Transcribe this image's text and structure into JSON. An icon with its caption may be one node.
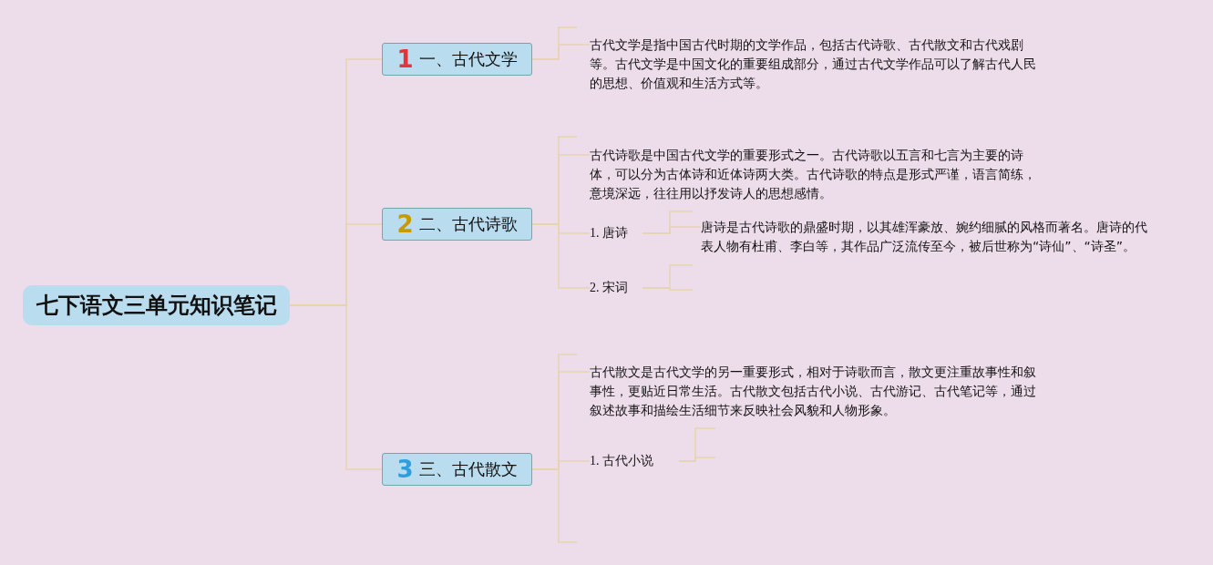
{
  "diagram": {
    "nodes": [
      {
        "text": [
          "七下语文三单元知识笔记"
        ]
      },
      {
        "text": [
          "1",
          "一、古代文学"
        ]
      },
      {
        "text": [
          "古代文学是指中国古代时期的文学作品，包括古代诗歌、古代散文和古代戏剧等。古代文学是中国文化的重要组成部分，通过古代文学作品可以了解古代人民的思想、价值观和生活方式等。"
        ]
      },
      {
        "text": [
          "2",
          "二、古代诗歌"
        ]
      },
      {
        "text": [
          "古代诗歌是中国古代文学的重要形式之一。古代诗歌以五言和七言为主要的诗体，可以分为古体诗和近体诗两大类。古代诗歌的特点是形式严谨，语言简练，意境深远，往往用以抒发诗人的思想感情。"
        ]
      },
      {
        "text": [
          "1. 唐诗"
        ]
      },
      {
        "text": [
          "唐诗是古代诗歌的鼎盛时期，以其雄浑豪放、婉约细腻的风格而著名。唐诗的代表人物有杜甫、李白等，其作品广泛流传至今，被后世称为“诗仙”、“诗圣”。"
        ]
      },
      {
        "text": [
          "2. 宋词"
        ]
      },
      {
        "text": [
          "3",
          "三、古代散文"
        ]
      },
      {
        "text": [
          "古代散文是古代文学的另一重要形式，相对于诗歌而言，散文更注重故事性和叙事性，更贴近日常生活。古代散文包括古代小说、古代游记、古代笔记等，通过叙述故事和描绘生活细节来反映社会风貌和人物形象。"
        ]
      },
      {
        "text": [
          "1. 古代小说"
        ]
      }
    ],
    "edges": [
      {
        "from": 0,
        "to": 1,
        "arrow": "none"
      },
      {
        "from": 0,
        "to": 3,
        "arrow": "none"
      },
      {
        "from": 0,
        "to": 8,
        "arrow": "none"
      },
      {
        "from": 1,
        "to": 2,
        "arrow": "none"
      },
      {
        "from": 3,
        "to": 4,
        "arrow": "none"
      },
      {
        "from": 3,
        "to": 5,
        "arrow": "none"
      },
      {
        "from": 3,
        "to": 7,
        "arrow": "none"
      },
      {
        "from": 5,
        "to": 6,
        "arrow": "none"
      },
      {
        "from": 8,
        "to": 9,
        "arrow": "none"
      },
      {
        "from": 8,
        "to": 10,
        "arrow": "none"
      }
    ]
  }
}
